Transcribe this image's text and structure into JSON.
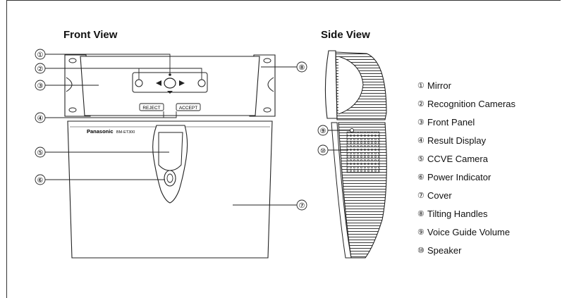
{
  "titles": {
    "front": "Front View",
    "side": "Side View"
  },
  "device_text": {
    "brand": "Panasonic",
    "model": "BM-ET300",
    "reject": "REJECT",
    "accept": "ACCEPT"
  },
  "callouts": [
    "①",
    "②",
    "③",
    "④",
    "⑤",
    "⑥",
    "⑦",
    "⑧",
    "⑨",
    "⑩"
  ],
  "legend": [
    {
      "num": "①",
      "label": "Mirror"
    },
    {
      "num": "②",
      "label": "Recognition Cameras"
    },
    {
      "num": "③",
      "label": "Front Panel"
    },
    {
      "num": "④",
      "label": "Result Display"
    },
    {
      "num": "⑤",
      "label": "CCVE Camera"
    },
    {
      "num": "⑥",
      "label": "Power Indicator"
    },
    {
      "num": "⑦",
      "label": "Cover"
    },
    {
      "num": "⑧",
      "label": "Tilting Handles"
    },
    {
      "num": "⑨",
      "label": "Voice Guide Volume"
    },
    {
      "num": "⑩",
      "label": "Speaker"
    }
  ]
}
